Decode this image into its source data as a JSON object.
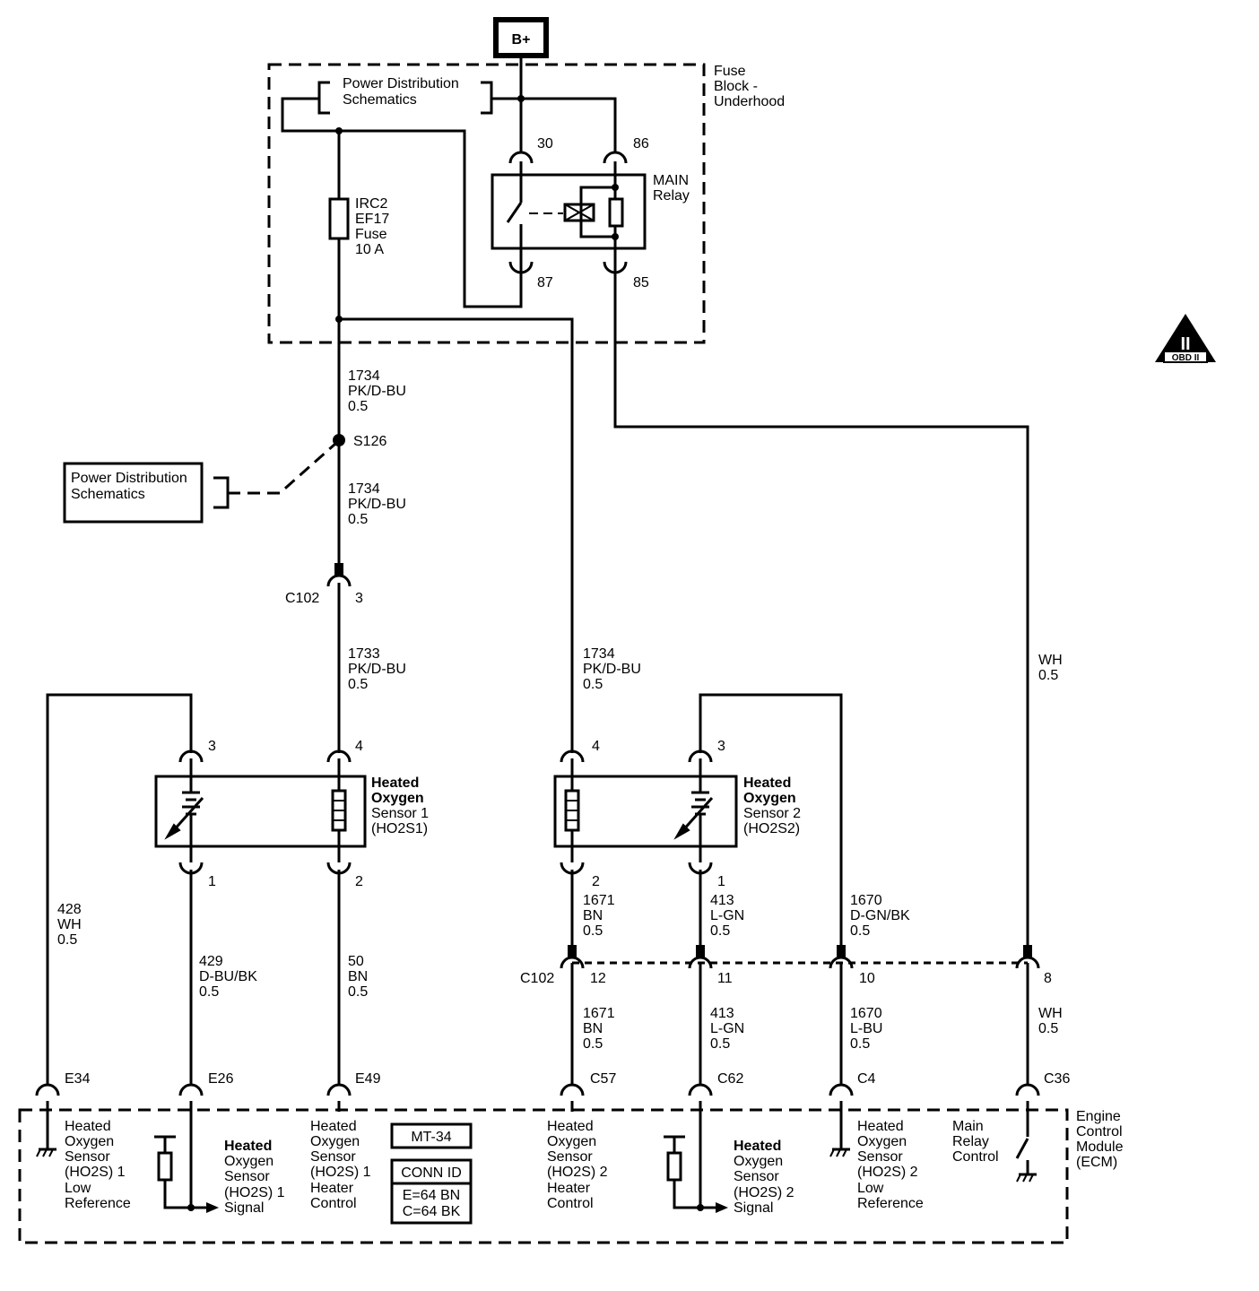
{
  "supply": {
    "label": "B+"
  },
  "fuse_block": {
    "line1": "Fuse",
    "line2": "Block -",
    "line3": "Underhood"
  },
  "power_dist_top": {
    "line1": "Power Distribution",
    "line2": "Schematics"
  },
  "power_dist_left": {
    "line1": "Power Distribution",
    "line2": "Schematics"
  },
  "fuse": {
    "line1": "IRC2",
    "line2": "EF17",
    "line3": "Fuse",
    "line4": "10 A"
  },
  "relay": {
    "line1": "MAIN",
    "line2": "Relay",
    "pin30": "30",
    "pin86": "86",
    "pin87": "87",
    "pin85": "85"
  },
  "obd": {
    "numeral": "II",
    "label": "OBD II"
  },
  "splice": {
    "label": "S126"
  },
  "wires": {
    "w1734_a": {
      "circuit": "1734",
      "color": "PK/D-BU",
      "gauge": "0.5"
    },
    "w1734_b": {
      "circuit": "1734",
      "color": "PK/D-BU",
      "gauge": "0.5"
    },
    "w1733": {
      "circuit": "1733",
      "color": "PK/D-BU",
      "gauge": "0.5"
    },
    "w1734_c": {
      "circuit": "1734",
      "color": "PK/D-BU",
      "gauge": "0.5"
    },
    "wWH_top": {
      "color": "WH",
      "gauge": "0.5"
    },
    "w428": {
      "circuit": "428",
      "color": "WH",
      "gauge": "0.5"
    },
    "w429": {
      "circuit": "429",
      "color": "D-BU/BK",
      "gauge": "0.5"
    },
    "w50": {
      "circuit": "50",
      "color": "BN",
      "gauge": "0.5"
    },
    "w1671_a": {
      "circuit": "1671",
      "color": "BN",
      "gauge": "0.5"
    },
    "w413_a": {
      "circuit": "413",
      "color": "L-GN",
      "gauge": "0.5"
    },
    "w1670_a": {
      "circuit": "1670",
      "color": "D-GN/BK",
      "gauge": "0.5"
    },
    "w1671_b": {
      "circuit": "1671",
      "color": "BN",
      "gauge": "0.5"
    },
    "w413_b": {
      "circuit": "413",
      "color": "L-GN",
      "gauge": "0.5"
    },
    "w1670_b": {
      "circuit": "1670",
      "color": "L-BU",
      "gauge": "0.5"
    },
    "wWH_bot": {
      "color": "WH",
      "gauge": "0.5"
    }
  },
  "c102_top": {
    "name": "C102",
    "pin": "3"
  },
  "c102_bot": {
    "name": "C102",
    "pins": [
      "12",
      "11",
      "10",
      "8"
    ]
  },
  "sensor1": {
    "line1": "Heated",
    "line2": "Oxygen",
    "line3": "Sensor 1",
    "line4": "(HO2S1)",
    "pin3": "3",
    "pin4": "4",
    "pin1": "1",
    "pin2": "2"
  },
  "sensor2": {
    "line1": "Heated",
    "line2": "Oxygen",
    "line3": "Sensor 2",
    "line4": "(HO2S2)",
    "pin4": "4",
    "pin3": "3",
    "pin2": "2",
    "pin1": "1"
  },
  "ecm_pins": [
    "E34",
    "E26",
    "E49",
    "C57",
    "C62",
    "C4",
    "C36"
  ],
  "ecm": {
    "title": [
      "Engine",
      "Control",
      "Module",
      "(ECM)"
    ],
    "lowref1": [
      "Heated",
      "Oxygen",
      "Sensor",
      "(HO2S) 1",
      "Low",
      "Reference"
    ],
    "signal1": [
      "Heated",
      "Oxygen",
      "Sensor",
      "(HO2S) 1",
      "Signal"
    ],
    "heater1": [
      "Heated",
      "Oxygen",
      "Sensor",
      "(HO2S) 1",
      "Heater",
      "Control"
    ],
    "heater2": [
      "Heated",
      "Oxygen",
      "Sensor",
      "(HO2S) 2",
      "Heater",
      "Control"
    ],
    "signal2": [
      "Heated",
      "Oxygen",
      "Sensor",
      "(HO2S) 2",
      "Signal"
    ],
    "lowref2": [
      "Heated",
      "Oxygen",
      "Sensor",
      "(HO2S) 2",
      "Low",
      "Reference"
    ],
    "relayctl": [
      "Main",
      "Relay",
      "Control"
    ],
    "mt": "MT-34",
    "conn_id": {
      "title": "CONN ID",
      "line1": "E=64 BN",
      "line2": "C=64 BK"
    }
  }
}
